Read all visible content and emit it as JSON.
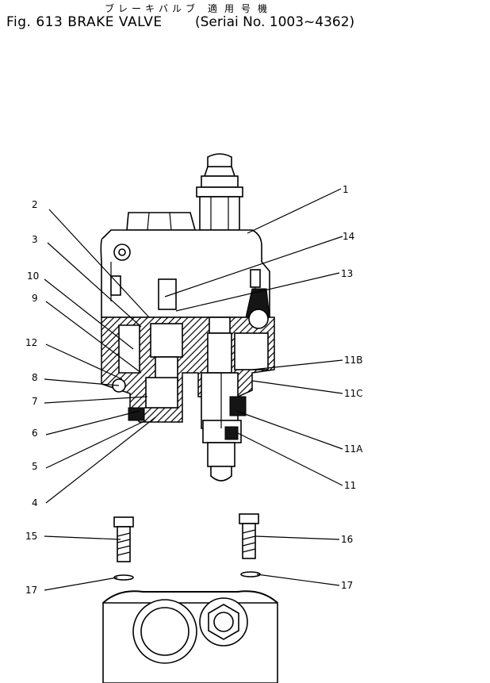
{
  "header": {
    "japanese_name": "ブレーキバルブ",
    "japanese_applicable": "適用号機",
    "figure_label": "Fig. 613  BRAKE VALVE",
    "serial_range": "(Seriai No. 1003~4362)"
  },
  "callouts": [
    "1",
    "2",
    "3",
    "10",
    "9",
    "12",
    "8",
    "7",
    "6",
    "5",
    "4",
    "14",
    "13",
    "11B",
    "11C",
    "11A",
    "11",
    "15",
    "16",
    "17",
    "17"
  ]
}
